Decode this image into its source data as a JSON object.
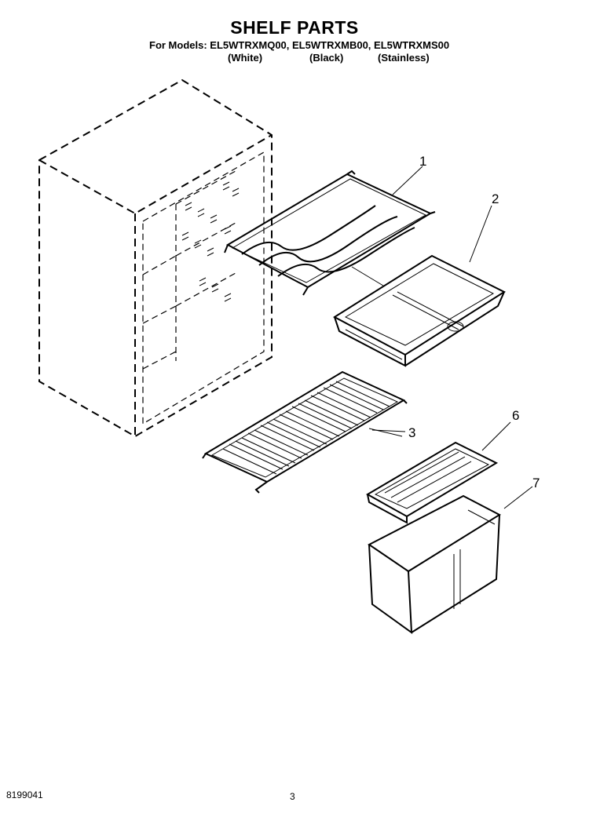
{
  "header": {
    "title": "SHELF PARTS",
    "models_line": "For Models: EL5WTRXMQ00, EL5WTRXMB00, EL5WTRXMS00",
    "variants": [
      "(White)",
      "(Black)",
      "(Stainless)"
    ]
  },
  "callouts": [
    "1",
    "2",
    "3",
    "6",
    "7"
  ],
  "footer": {
    "doc_number": "8199041",
    "page_number": "3"
  }
}
